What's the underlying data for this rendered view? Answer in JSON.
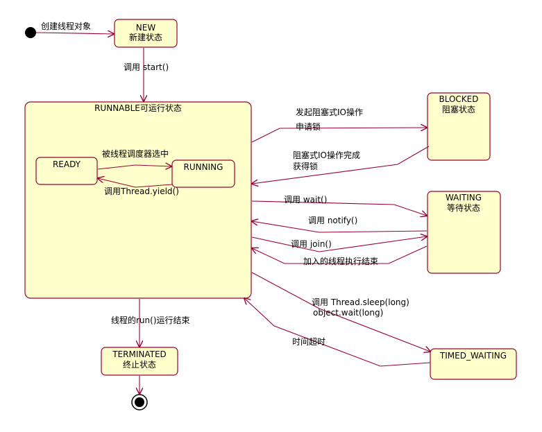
{
  "colors": {
    "state_fill": "#ffffcc",
    "state_stroke": "#990033",
    "edge": "#990033",
    "text": "#000000"
  },
  "states": {
    "new": {
      "line1": "NEW",
      "line2": "新建状态"
    },
    "runnable": {
      "title": "RUNNABLE可运行状态"
    },
    "ready": {
      "label": "READY"
    },
    "running": {
      "label": "RUNNING"
    },
    "blocked": {
      "line1": "BLOCKED",
      "line2": "阻塞状态"
    },
    "waiting": {
      "line1": "WAITING",
      "line2": "等待状态"
    },
    "timed_waiting": {
      "label": "TIMED_WAITING"
    },
    "terminated": {
      "line1": "TERMINATED",
      "line2": "终止状态"
    }
  },
  "transitions": {
    "create_thread": "创建线程对象",
    "call_start": "调用 start()",
    "selected_by_scheduler": "被线程调度器选中",
    "call_yield": "调用Thread.yield()",
    "blocking_io_start": "发起阻塞式IO操作",
    "acquire_lock": "申请锁",
    "blocking_io_done": "阻塞式IO操作完成",
    "got_lock": "获得锁",
    "call_wait": "调用 wait()",
    "call_notify": "调用 notify()",
    "call_join": "调用 join()",
    "joined_thread_finished": "加入的线程执行结束",
    "call_sleep": "调用 Thread.sleep(long)",
    "object_wait_long": "object.wait(long)",
    "timeout": "时间超时",
    "run_finished": "线程的run()运行结束"
  }
}
